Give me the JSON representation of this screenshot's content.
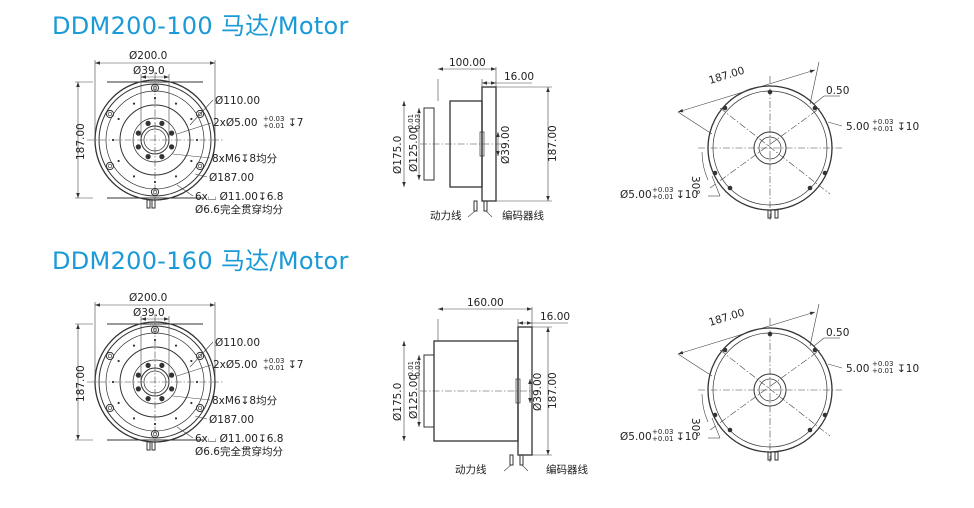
{
  "colors": {
    "title": "#1a9ad6",
    "line": "#333333"
  },
  "sections": [
    {
      "title": "DDM200-100 马达/Motor",
      "front": {
        "d200": "Ø200.0",
        "d39": "Ø39.0",
        "d110": "Ø110.00",
        "pin_main": "2xØ5.00",
        "pin_tol_top": "+0.03",
        "pin_tol_bot": "+0.01",
        "pin_depth": "↧7",
        "thread": "8xM6↧8均分",
        "d187": "Ø187.00",
        "cbore": "6x⌴ Ø11.00↧6.8",
        "thru": "Ø6.6完全贯穿均分",
        "height": "187.00"
      },
      "side": {
        "length": "100.00",
        "flange": "16.00",
        "d175": "Ø175.0",
        "d125": "Ø125.00",
        "d125_tol_top": "-0.01",
        "d125_tol_bot": "-0.03",
        "d39": "Ø39.00",
        "h187": "187.00",
        "power": "动力线",
        "encoder": "编码器线"
      },
      "rear": {
        "d187": "187.00",
        "gap": "0.50",
        "pin_right": "5.00",
        "pin_tol_top": "+0.03",
        "pin_tol_bot": "+0.01",
        "pin_right_depth": "↧10",
        "angle": "30°",
        "pin_left": "Ø5.00",
        "pin_left_depth": "↧10"
      }
    },
    {
      "title": "DDM200-160 马达/Motor",
      "front": {
        "d200": "Ø200.0",
        "d39": "Ø39.0",
        "d110": "Ø110.00",
        "pin_main": "2xØ5.00",
        "pin_tol_top": "+0.03",
        "pin_tol_bot": "+0.01",
        "pin_depth": "↧7",
        "thread": "8xM6↧8均分",
        "d187": "Ø187.00",
        "cbore": "6x⌴ Ø11.00↧6.8",
        "thru": "Ø6.6完全贯穿均分",
        "height": "187.00"
      },
      "side": {
        "length": "160.00",
        "flange": "16.00",
        "d175": "Ø175.0",
        "d125": "Ø125.00",
        "d125_tol_top": "-0.01",
        "d125_tol_bot": "-0.03",
        "d39": "Ø39.00",
        "h187": "187.00",
        "power": "动力线",
        "encoder": "编码器线"
      },
      "rear": {
        "d187": "187.00",
        "gap": "0.50",
        "pin_right": "5.00",
        "pin_tol_top": "+0.03",
        "pin_tol_bot": "+0.01",
        "pin_right_depth": "↧10",
        "angle": "30°",
        "pin_left": "Ø5.00",
        "pin_left_depth": "↧10"
      }
    }
  ]
}
